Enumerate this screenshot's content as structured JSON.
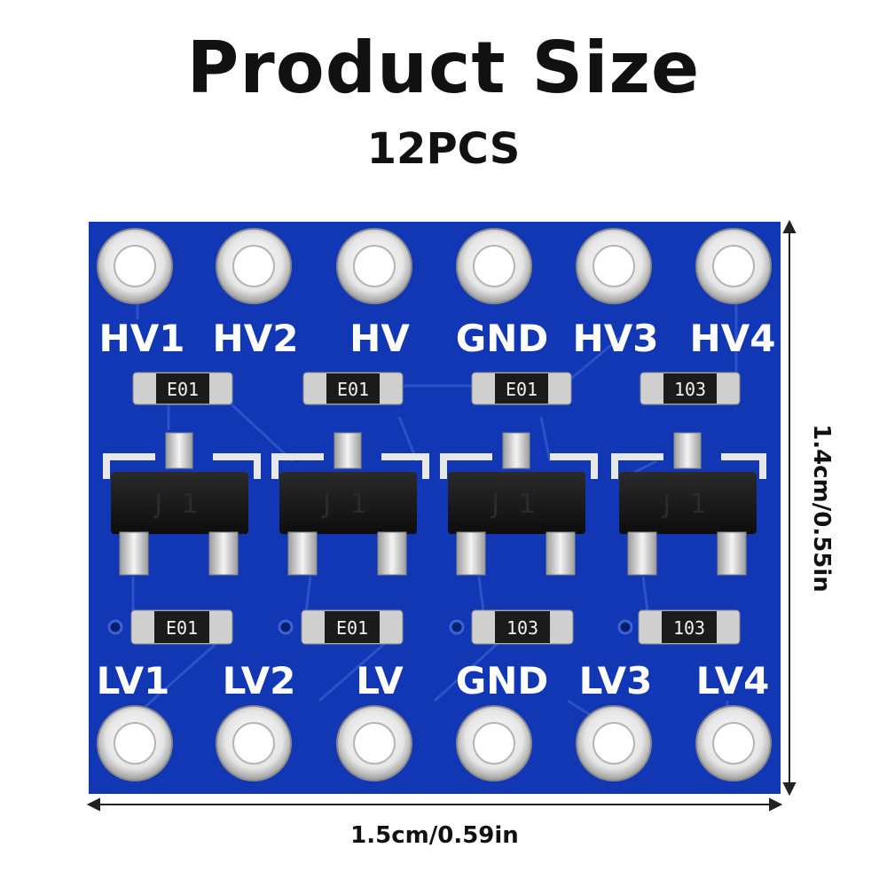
{
  "title": "Product Size",
  "quantity": "12PCS",
  "board": {
    "top_pins": [
      "HV1",
      "HV2",
      "HV",
      "GND",
      "HV3",
      "HV4"
    ],
    "bottom_pins": [
      "LV1",
      "LV2",
      "LV",
      "GND",
      "LV3",
      "LV4"
    ],
    "top_resistors": [
      "E01",
      "E01",
      "E01",
      "103"
    ],
    "bottom_resistors": [
      "E01",
      "E01",
      "103",
      "103"
    ],
    "transistors": [
      "J 1",
      "J 1",
      "J 1",
      "J 1"
    ],
    "board_color": "#1237b5",
    "pad_color": "#d9d9d9"
  },
  "dimensions": {
    "width_label": "1.5cm/0.59in",
    "height_label": "1.4cm/0.55in"
  }
}
